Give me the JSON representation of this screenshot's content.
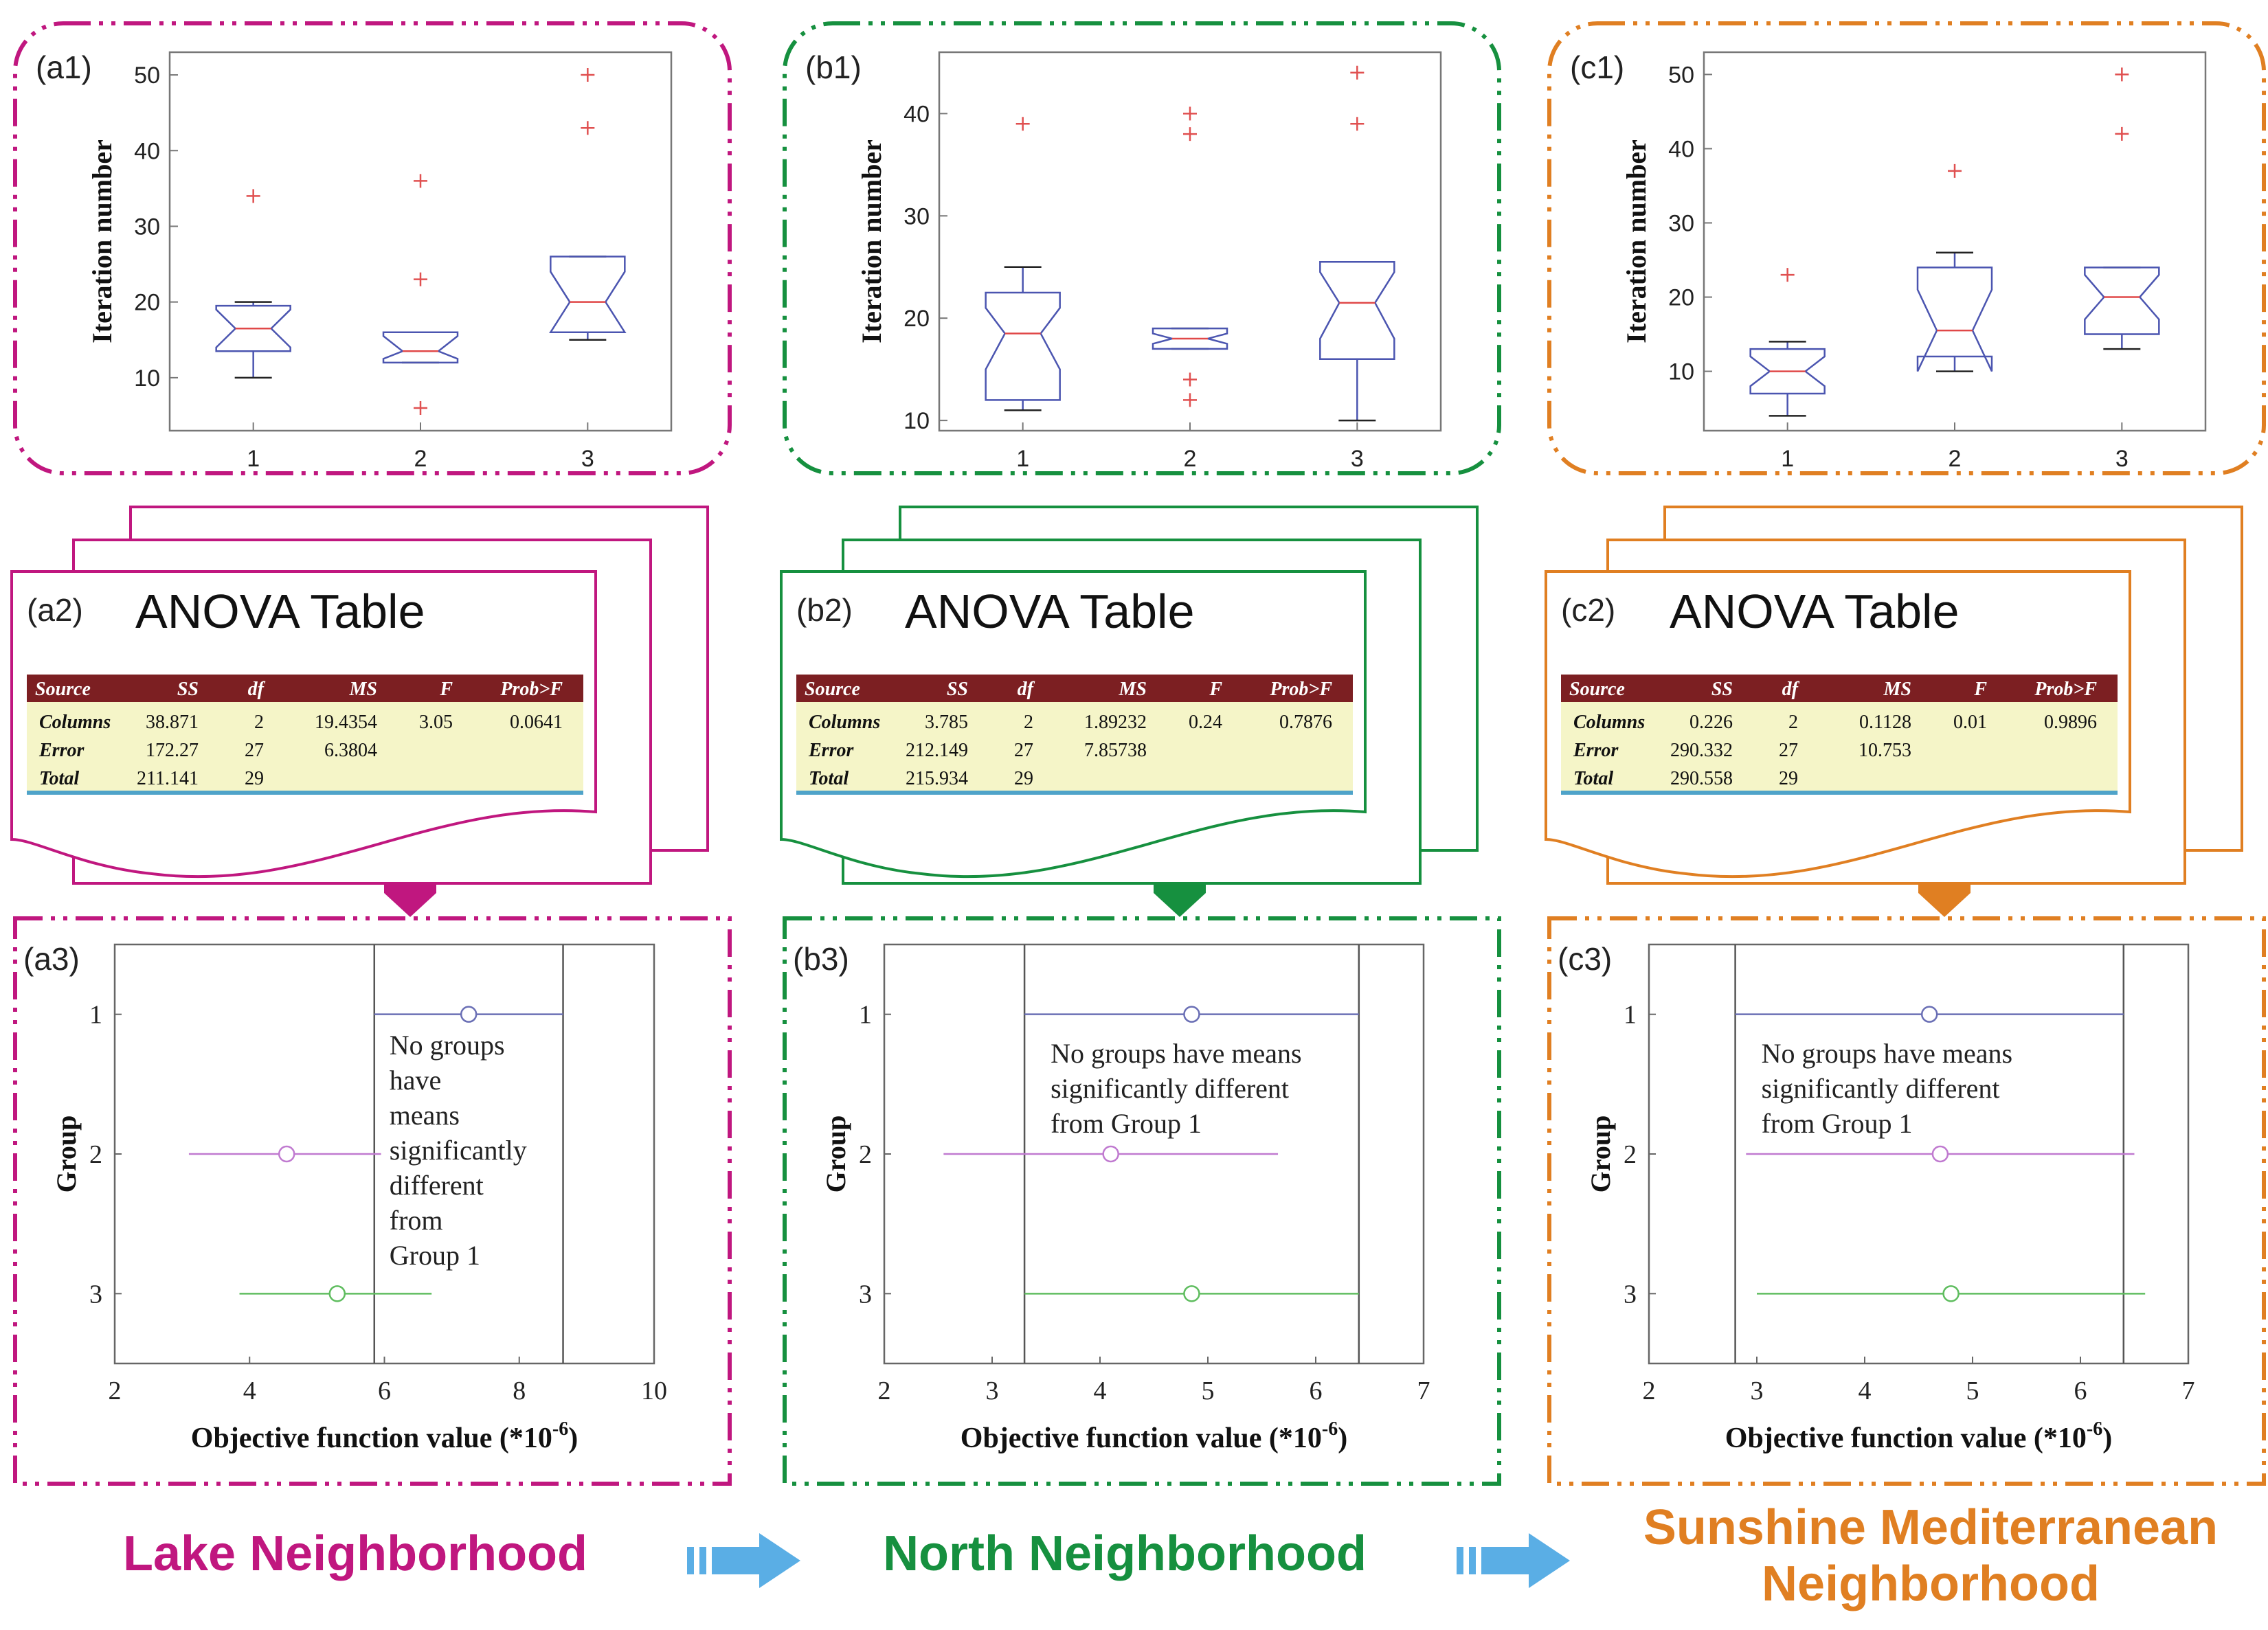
{
  "neighborhoods": [
    {
      "id": "a",
      "name_lines": [
        "Lake Neighborhood"
      ],
      "color": "#c0177f",
      "box": {
        "label": "(a1)",
        "ylabel": "Iteration number",
        "ylim": [
          3,
          53
        ],
        "yticks": [
          "10",
          "20",
          "30",
          "40",
          "50"
        ],
        "categories": [
          "1",
          "2",
          "3"
        ],
        "groups": [
          {
            "q1": 13.5,
            "median": 16.5,
            "q3": 19.5,
            "notch_lo": 14.0,
            "notch_hi": 19.0,
            "whisker_lo": 10,
            "whisker_hi": 20,
            "outliers": [
              34
            ]
          },
          {
            "q1": 12,
            "median": 13.5,
            "q3": 16,
            "notch_lo": 12.5,
            "notch_hi": 15.5,
            "whisker_lo": 12,
            "whisker_hi": 16,
            "outliers": [
              36,
              23,
              6
            ]
          },
          {
            "q1": 16,
            "median": 20,
            "q3": 26,
            "notch_lo": 16.0,
            "notch_hi": 24.0,
            "whisker_lo": 15,
            "whisker_hi": 26,
            "outliers": [
              50,
              43
            ]
          }
        ]
      },
      "anova": {
        "label": "(a2)",
        "title": "ANOVA  Table",
        "header": [
          "Source",
          "SS",
          "df",
          "MS",
          "F",
          "Prob>F"
        ],
        "rows": [
          [
            "Columns",
            "38.871",
            "2",
            "19.4354",
            "3.05",
            "0.0641"
          ],
          [
            "Error",
            "172.27",
            "27",
            "6.3804",
            "",
            ""
          ],
          [
            "Total",
            "211.141",
            "29",
            "",
            "",
            ""
          ]
        ]
      },
      "comp": {
        "label": "(a3)",
        "ylabel": "Group",
        "xlabel": "Objective function value (*10",
        "xlabel_exp": "-6",
        "xlabel_close": ")",
        "xlim": [
          2,
          10
        ],
        "xticks": [
          "2",
          "4",
          "6",
          "8",
          "10"
        ],
        "yticks": [
          "1",
          "2",
          "3"
        ],
        "vlines": [
          5.85,
          8.65
        ],
        "groups": [
          {
            "mean": 7.25,
            "lo": 5.85,
            "hi": 8.65,
            "color": "#6a6fb5"
          },
          {
            "mean": 4.55,
            "lo": 3.1,
            "hi": 5.95,
            "color": "#c07ad0"
          },
          {
            "mean": 5.3,
            "lo": 3.85,
            "hi": 6.7,
            "color": "#5fbd5f"
          }
        ],
        "note": [
          "No groups",
          "have",
          "means",
          "significantly",
          "different",
          "from",
          "Group 1"
        ]
      }
    },
    {
      "id": "b",
      "name_lines": [
        "North Neighborhood"
      ],
      "color": "#16903f",
      "box": {
        "label": "(b1)",
        "ylabel": "Iteration number",
        "ylim": [
          9,
          46
        ],
        "yticks": [
          "10",
          "20",
          "30",
          "40"
        ],
        "categories": [
          "1",
          "2",
          "3"
        ],
        "groups": [
          {
            "q1": 12,
            "median": 18.5,
            "q3": 22.5,
            "notch_lo": 15.0,
            "notch_hi": 21.0,
            "whisker_lo": 11,
            "whisker_hi": 25,
            "outliers": [
              39
            ]
          },
          {
            "q1": 17,
            "median": 18,
            "q3": 19,
            "notch_lo": 17.5,
            "notch_hi": 18.5,
            "whisker_lo": 17,
            "whisker_hi": 19,
            "outliers": [
              40,
              38,
              14,
              12
            ]
          },
          {
            "q1": 16,
            "median": 21.5,
            "q3": 25.5,
            "notch_lo": 18.0,
            "notch_hi": 24.5,
            "whisker_lo": 10,
            "whisker_hi": 25.5,
            "outliers": [
              44,
              39
            ]
          }
        ]
      },
      "anova": {
        "label": "(b2)",
        "title": "ANOVA  Table",
        "header": [
          "Source",
          "SS",
          "df",
          "MS",
          "F",
          "Prob>F"
        ],
        "rows": [
          [
            "Columns",
            "3.785",
            "2",
            "1.89232",
            "0.24",
            "0.7876"
          ],
          [
            "Error",
            "212.149",
            "27",
            "7.85738",
            "",
            ""
          ],
          [
            "Total",
            "215.934",
            "29",
            "",
            "",
            ""
          ]
        ]
      },
      "comp": {
        "label": "(b3)",
        "ylabel": "Group",
        "xlabel": "Objective function value (*10",
        "xlabel_exp": "-6",
        "xlabel_close": ")",
        "xlim": [
          2,
          7
        ],
        "xticks": [
          "2",
          "3",
          "4",
          "5",
          "6",
          "7"
        ],
        "yticks": [
          "1",
          "2",
          "3"
        ],
        "vlines": [
          3.3,
          6.4
        ],
        "groups": [
          {
            "mean": 4.85,
            "lo": 3.3,
            "hi": 6.4,
            "color": "#6a6fb5"
          },
          {
            "mean": 4.1,
            "lo": 2.55,
            "hi": 5.65,
            "color": "#c07ad0"
          },
          {
            "mean": 4.85,
            "lo": 3.3,
            "hi": 6.4,
            "color": "#5fbd5f"
          }
        ],
        "note": [
          "No groups have means",
          "significantly different",
          "from Group 1"
        ]
      }
    },
    {
      "id": "c",
      "name_lines": [
        "Sunshine Mediterranean",
        "Neighborhood"
      ],
      "color": "#e07f22",
      "box": {
        "label": "(c1)",
        "ylabel": "Iteration number",
        "ylim": [
          2,
          53
        ],
        "yticks": [
          "10",
          "20",
          "30",
          "40",
          "50"
        ],
        "categories": [
          "1",
          "2",
          "3"
        ],
        "groups": [
          {
            "q1": 7,
            "median": 10,
            "q3": 13,
            "notch_lo": 8.0,
            "notch_hi": 12.0,
            "whisker_lo": 4,
            "whisker_hi": 14,
            "outliers": [
              23
            ]
          },
          {
            "q1": 12,
            "median": 15.5,
            "q3": 24,
            "notch_lo": 10.0,
            "notch_hi": 21.0,
            "whisker_lo": 10,
            "whisker_hi": 26,
            "outliers": [
              37
            ]
          },
          {
            "q1": 15,
            "median": 20,
            "q3": 24,
            "notch_lo": 17.0,
            "notch_hi": 23.0,
            "whisker_lo": 13,
            "whisker_hi": 24,
            "outliers": [
              50,
              42
            ]
          }
        ]
      },
      "anova": {
        "label": "(c2)",
        "title": "ANOVA  Table",
        "header": [
          "Source",
          "SS",
          "df",
          "MS",
          "F",
          "Prob>F"
        ],
        "rows": [
          [
            "Columns",
            "0.226",
            "2",
            "0.1128",
            "0.01",
            "0.9896"
          ],
          [
            "Error",
            "290.332",
            "27",
            "10.753",
            "",
            ""
          ],
          [
            "Total",
            "290.558",
            "29",
            "",
            "",
            ""
          ]
        ]
      },
      "comp": {
        "label": "(c3)",
        "ylabel": "Group",
        "xlabel": "Objective function value (*10",
        "xlabel_exp": "-6",
        "xlabel_close": ")",
        "xlim": [
          2,
          7
        ],
        "xticks": [
          "2",
          "3",
          "4",
          "5",
          "6",
          "7"
        ],
        "yticks": [
          "1",
          "2",
          "3"
        ],
        "vlines": [
          2.8,
          6.4
        ],
        "groups": [
          {
            "mean": 4.6,
            "lo": 2.8,
            "hi": 6.4,
            "color": "#6a6fb5"
          },
          {
            "mean": 4.7,
            "lo": 2.9,
            "hi": 6.5,
            "color": "#c07ad0"
          },
          {
            "mean": 4.8,
            "lo": 3.0,
            "hi": 6.6,
            "color": "#5fbd5f"
          }
        ],
        "note": [
          "No groups have means",
          "significantly different",
          "from Group 1"
        ]
      }
    }
  ],
  "colors": {
    "box_blue": "#4b55b0",
    "median_red": "#e04848",
    "outlier_red": "#e05050",
    "table_header": "#7c1f22",
    "table_body": "#f5f5c8",
    "table_rule": "#4fa3c9",
    "arrow_blue": "#5aaee5"
  },
  "chart_data": [
    {
      "type": "box",
      "title": "",
      "label": "(a1)",
      "ylabel": "Iteration number",
      "categories": [
        "1",
        "2",
        "3"
      ],
      "series": [
        {
          "q1": [
            13.5,
            12,
            16
          ],
          "median": [
            16.5,
            13.5,
            20
          ],
          "q3": [
            19.5,
            16,
            26
          ],
          "whisker_lo": [
            10,
            12,
            15
          ],
          "whisker_hi": [
            20,
            16,
            26
          ],
          "outliers": [
            [
              34
            ],
            [
              36,
              23,
              6
            ],
            [
              50,
              43
            ]
          ]
        }
      ],
      "ylim": [
        3,
        53
      ]
    },
    {
      "type": "box",
      "title": "",
      "label": "(b1)",
      "ylabel": "Iteration number",
      "categories": [
        "1",
        "2",
        "3"
      ],
      "series": [
        {
          "q1": [
            12,
            17,
            16
          ],
          "median": [
            18.5,
            18,
            21.5
          ],
          "q3": [
            22.5,
            19,
            25.5
          ],
          "whisker_lo": [
            11,
            17,
            10
          ],
          "whisker_hi": [
            25,
            19,
            25.5
          ],
          "outliers": [
            [
              39
            ],
            [
              40,
              38,
              14,
              12
            ],
            [
              44,
              39
            ]
          ]
        }
      ],
      "ylim": [
        9,
        46
      ]
    },
    {
      "type": "box",
      "title": "",
      "label": "(c1)",
      "ylabel": "Iteration number",
      "categories": [
        "1",
        "2",
        "3"
      ],
      "series": [
        {
          "q1": [
            7,
            12,
            15
          ],
          "median": [
            10,
            15.5,
            20
          ],
          "q3": [
            13,
            24,
            24
          ],
          "whisker_lo": [
            4,
            10,
            13
          ],
          "whisker_hi": [
            14,
            26,
            24
          ],
          "outliers": [
            [
              23
            ],
            [
              37
            ],
            [
              50,
              42
            ]
          ]
        }
      ],
      "ylim": [
        2,
        53
      ]
    },
    {
      "type": "table",
      "title": "ANOVA  Table",
      "label": "(a2)",
      "columns": [
        "Source",
        "SS",
        "df",
        "MS",
        "F",
        "Prob>F"
      ],
      "rows": [
        [
          "Columns",
          "38.871",
          "2",
          "19.4354",
          "3.05",
          "0.0641"
        ],
        [
          "Error",
          "172.27",
          "27",
          "6.3804",
          "",
          ""
        ],
        [
          "Total",
          "211.141",
          "29",
          "",
          "",
          ""
        ]
      ]
    },
    {
      "type": "table",
      "title": "ANOVA  Table",
      "label": "(b2)",
      "columns": [
        "Source",
        "SS",
        "df",
        "MS",
        "F",
        "Prob>F"
      ],
      "rows": [
        [
          "Columns",
          "3.785",
          "2",
          "1.89232",
          "0.24",
          "0.7876"
        ],
        [
          "Error",
          "212.149",
          "27",
          "7.85738",
          "",
          ""
        ],
        [
          "Total",
          "215.934",
          "29",
          "",
          "",
          ""
        ]
      ]
    },
    {
      "type": "table",
      "title": "ANOVA  Table",
      "label": "(c2)",
      "columns": [
        "Source",
        "SS",
        "df",
        "MS",
        "F",
        "Prob>F"
      ],
      "rows": [
        [
          "Columns",
          "0.226",
          "2",
          "0.1128",
          "0.01",
          "0.9896"
        ],
        [
          "Error",
          "290.332",
          "27",
          "10.753",
          "",
          ""
        ],
        [
          "Total",
          "290.558",
          "29",
          "",
          "",
          ""
        ]
      ]
    },
    {
      "type": "scatter",
      "title": "",
      "label": "(a3)",
      "xlabel": "Objective function value (*10-6)",
      "ylabel": "Group",
      "xlim": [
        2,
        10
      ],
      "categories": [
        "1",
        "2",
        "3"
      ],
      "series": [
        {
          "means": [
            7.25,
            4.55,
            5.3
          ],
          "lo": [
            5.85,
            3.1,
            3.85
          ],
          "hi": [
            8.65,
            5.95,
            6.7
          ]
        }
      ]
    },
    {
      "type": "scatter",
      "title": "",
      "label": "(b3)",
      "xlabel": "Objective function value (*10-6)",
      "ylabel": "Group",
      "xlim": [
        2,
        7
      ],
      "categories": [
        "1",
        "2",
        "3"
      ],
      "series": [
        {
          "means": [
            4.85,
            4.1,
            4.85
          ],
          "lo": [
            3.3,
            2.55,
            3.3
          ],
          "hi": [
            6.4,
            5.65,
            6.4
          ]
        }
      ]
    },
    {
      "type": "scatter",
      "title": "",
      "label": "(c3)",
      "xlabel": "Objective function value (*10-6)",
      "ylabel": "Group",
      "xlim": [
        2,
        7
      ],
      "categories": [
        "1",
        "2",
        "3"
      ],
      "series": [
        {
          "means": [
            4.6,
            4.7,
            4.8
          ],
          "lo": [
            2.8,
            2.9,
            3.0
          ],
          "hi": [
            6.4,
            6.5,
            6.6
          ]
        }
      ]
    }
  ]
}
